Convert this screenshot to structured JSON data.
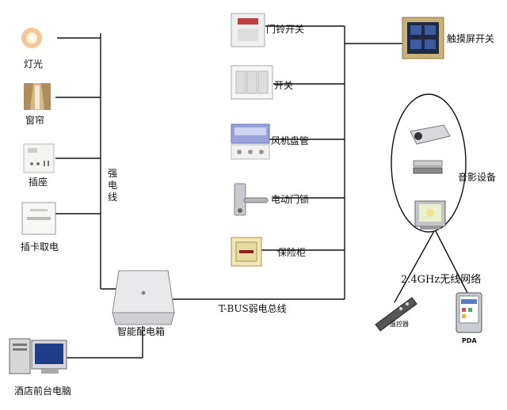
{
  "devices_left": {
    "light": "灯光",
    "curtain": "窗帘",
    "socket": "插座",
    "card_power": "插卡取电"
  },
  "strong_line": [
    "强",
    "电",
    "线"
  ],
  "devices_right": {
    "doorbell_switch": "门铃开关",
    "switch": "开关",
    "fan_coil": "风机盘管",
    "electric_lock": "电动门锁",
    "safe": "保险柜",
    "touch_switch": "触摸屏开关",
    "audio_video": "音影设备"
  },
  "bus_label": "T-BUS弱电总线",
  "distribution_box": "智能配电箱",
  "front_desk_pc": "酒店前台电脑",
  "wireless_network": "2.4GHz无线网络",
  "remote_label": "遥控器",
  "pda_label": "PDA",
  "colors": {
    "line": "#111111",
    "panel_gold": "#c9b27a",
    "panel_dark": "#1f2a44"
  }
}
